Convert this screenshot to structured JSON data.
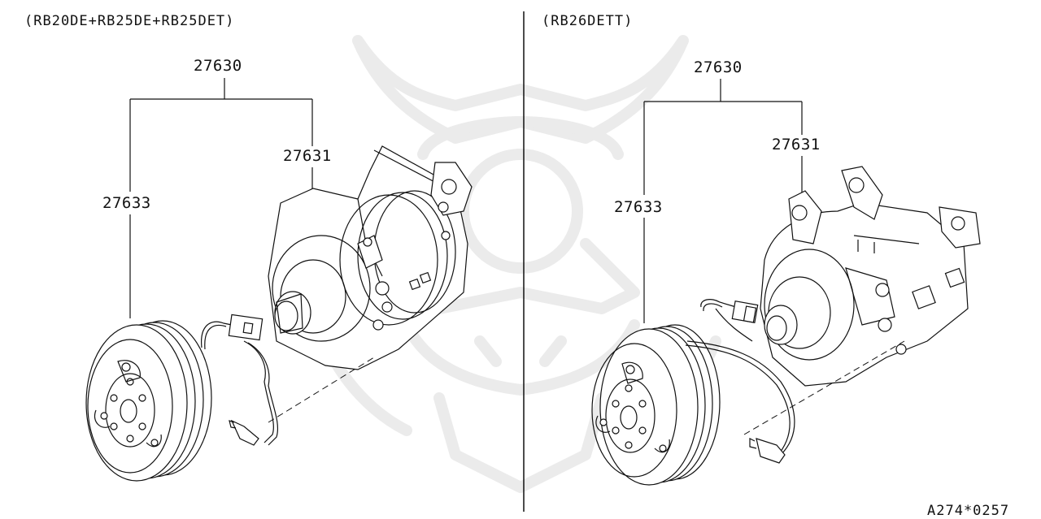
{
  "left_panel": {
    "engine_label": "(RB20DE+RB25DE+RB25DET)",
    "assembly_part": "27630",
    "compressor_part": "27631",
    "clutch_part": "27633"
  },
  "right_panel": {
    "engine_label": "(RB26DETT)",
    "assembly_part": "27630",
    "compressor_part": "27631",
    "clutch_part": "27633"
  },
  "diagram_code": "A274*0257",
  "colors": {
    "line": "#111111",
    "watermark": "#ececec",
    "background": "#ffffff"
  },
  "watermark_icon": "samurai-helmet-logo"
}
